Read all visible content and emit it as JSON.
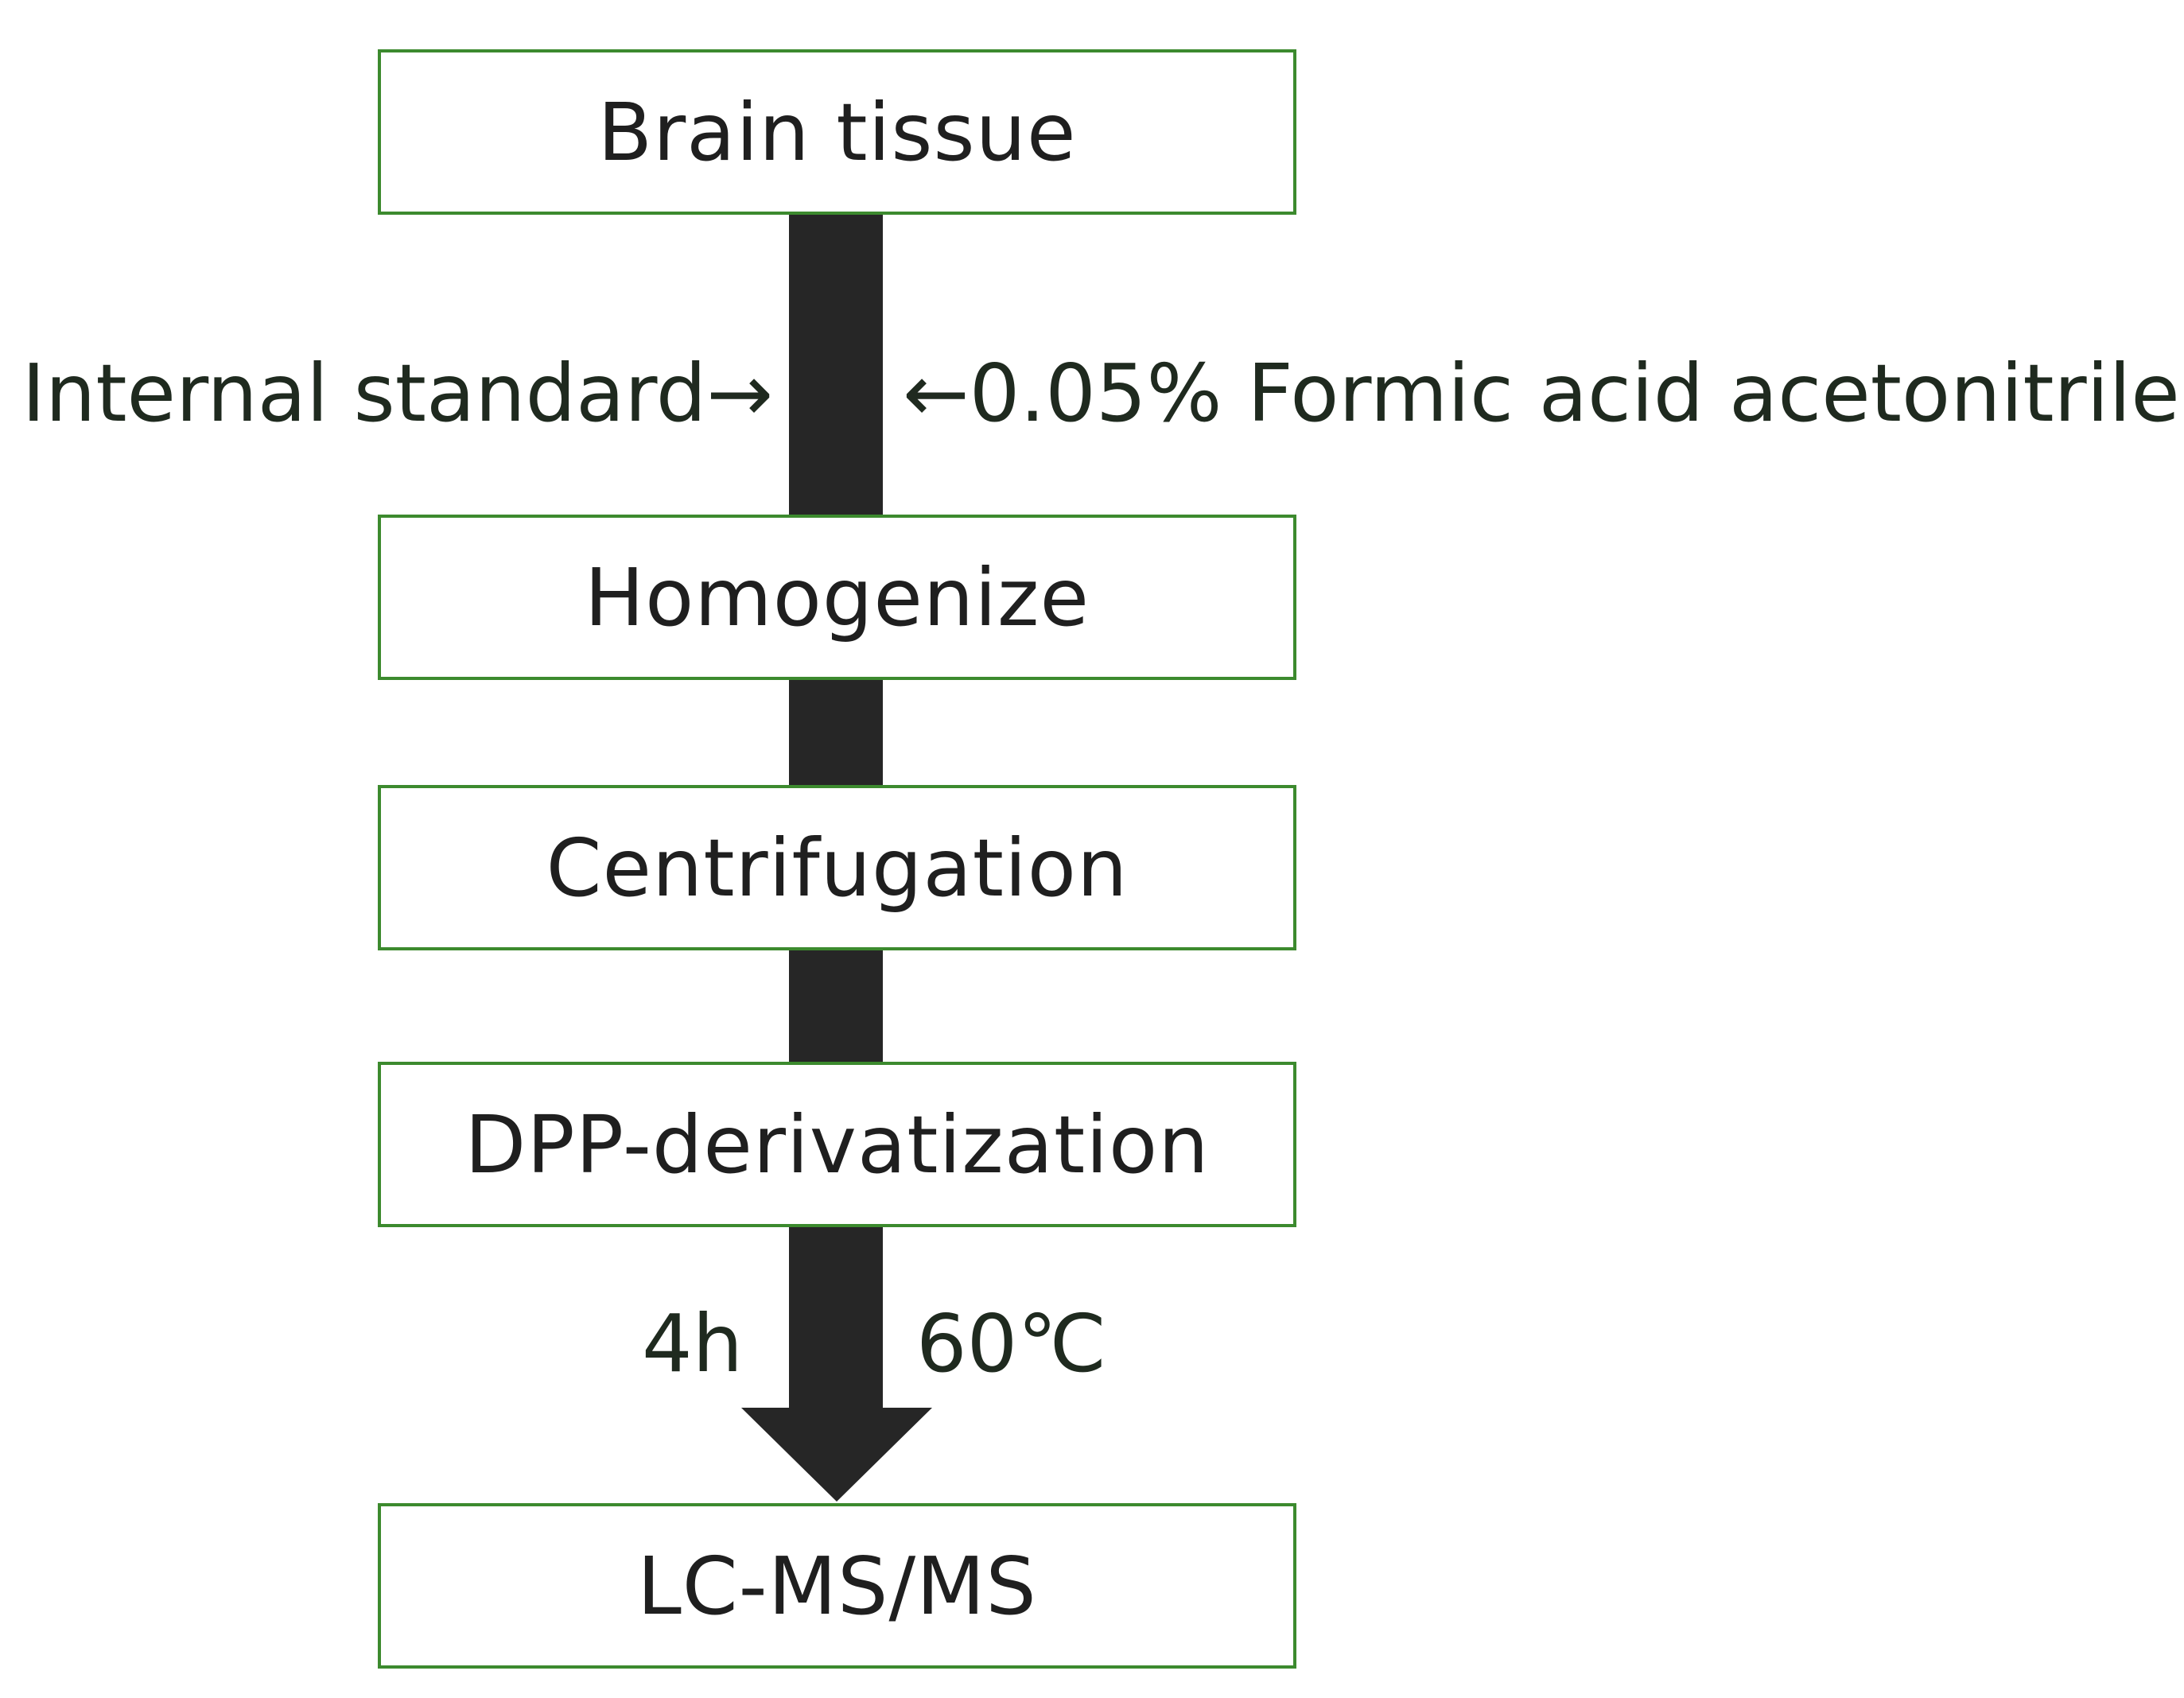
{
  "steps": [
    "Brain tissue",
    "Homogenize",
    "Centrifugation",
    "DPP-derivatization",
    "LC-MS/MS"
  ],
  "annotations": {
    "left_input": "Internal standard→",
    "right_input": "←0.05% Formic acid acetonitrile",
    "time": "4h",
    "temperature": "60℃"
  },
  "colors": {
    "box_border": "#3c8a2e",
    "connector": "#262626"
  }
}
